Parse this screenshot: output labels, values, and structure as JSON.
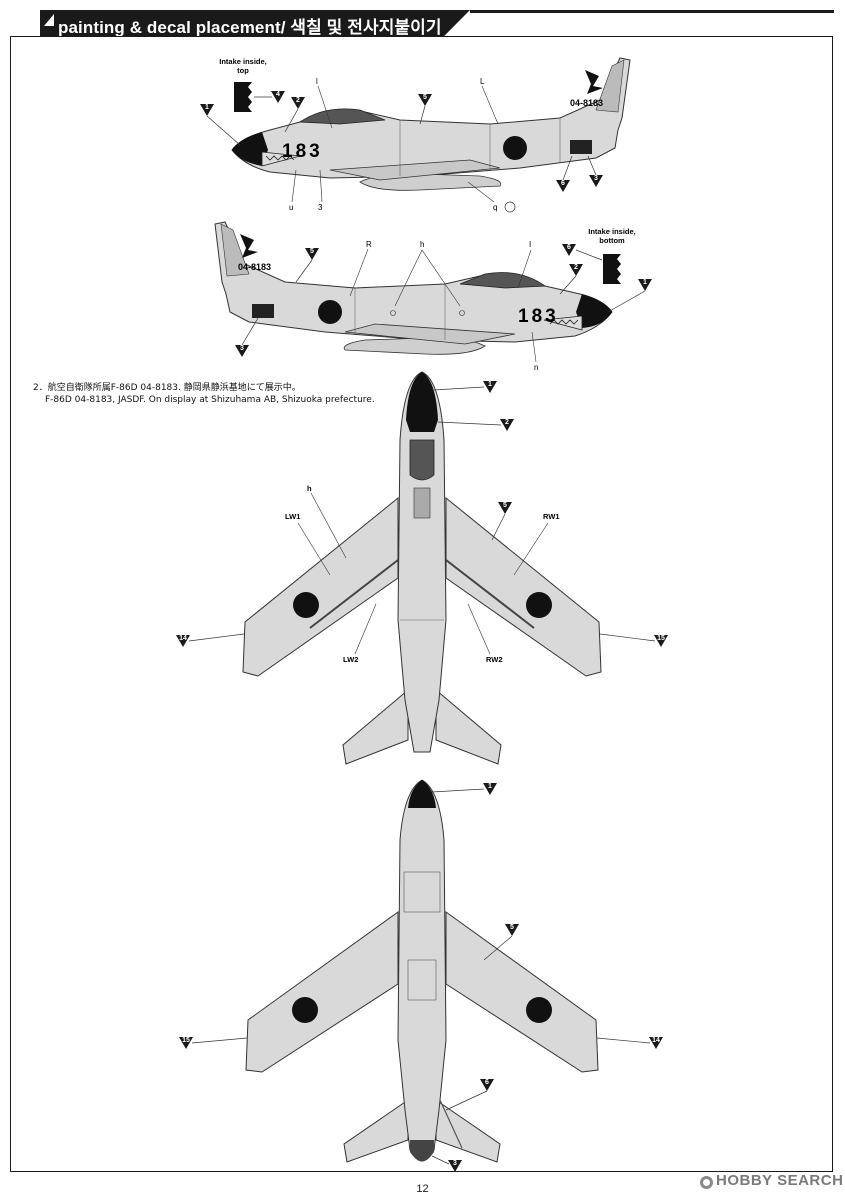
{
  "header": {
    "title": "painting & decal placement/ 색칠 및 전사지붙이기"
  },
  "caption": {
    "line1": "2．航空自衛隊所属F-86D 04-8183. 静岡県静浜基地にて展示中。",
    "line2": "F-86D 04-8183, JASDF. On display at Shizuhama AB, Shizuoka prefecture."
  },
  "side_top": {
    "intake_note": [
      "Intake inside,",
      "top"
    ],
    "serial": "04-8183",
    "nose_number": "183",
    "labels": {
      "l": "l",
      "L": "L",
      "u": "u",
      "three": "3",
      "q": "q"
    },
    "callouts": [
      "1",
      "2",
      "4",
      "5",
      "6",
      "3"
    ]
  },
  "side_bottom": {
    "intake_note": [
      "Intake inside,",
      "bottom"
    ],
    "serial": "04-8183",
    "nose_number": "183",
    "labels": {
      "R": "R",
      "h": "h",
      "I": "I",
      "n": "n"
    },
    "callouts": [
      "5",
      "6",
      "2",
      "1",
      "3"
    ]
  },
  "top_view": {
    "labels": {
      "h": "h",
      "LW1": "LW1",
      "RW1": "RW1",
      "LW2": "LW2",
      "RW2": "RW2"
    },
    "callouts": [
      "1",
      "2",
      "5",
      "14",
      "15"
    ]
  },
  "bottom_view": {
    "callouts": [
      "1",
      "5",
      "15",
      "14",
      "6",
      "3"
    ]
  },
  "footer": {
    "page_number": "12",
    "watermark": "HOBBY SEARCH"
  }
}
